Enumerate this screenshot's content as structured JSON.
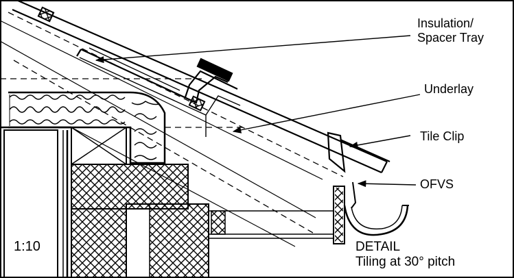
{
  "labels": {
    "insulation_line1": "Insulation/",
    "insulation_line2": "Spacer Tray",
    "underlay": "Underlay",
    "tile_clip": "Tile Clip",
    "ofvs": "OFVS",
    "scale": "1:10",
    "detail_title": "DETAIL",
    "detail_subtitle": "Tiling at 30° pitch"
  }
}
